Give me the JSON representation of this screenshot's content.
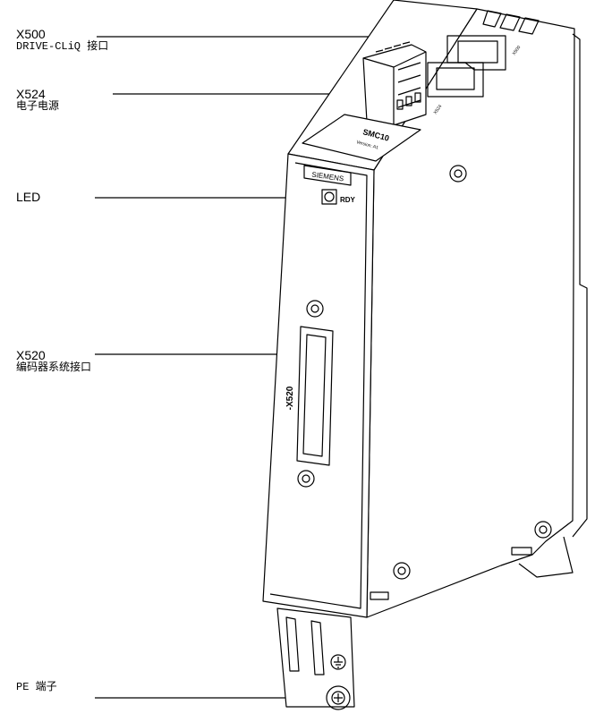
{
  "callouts": [
    {
      "title": "X500",
      "subtitle": "DRIVE-CLiQ 接口"
    },
    {
      "title": "X524",
      "subtitle": "电子电源"
    },
    {
      "title": "LED",
      "subtitle": ""
    },
    {
      "title": "X520",
      "subtitle": "编码器系统接口"
    },
    {
      "title": "PE 端子",
      "subtitle": ""
    }
  ],
  "device": {
    "model": "SMC10",
    "version": "Version: A1",
    "brand": "SIEMENS",
    "led_label": "RDY",
    "connector_label": "-X520",
    "top_connector_label_1": "X524",
    "top_connector_label_2": "X500"
  }
}
